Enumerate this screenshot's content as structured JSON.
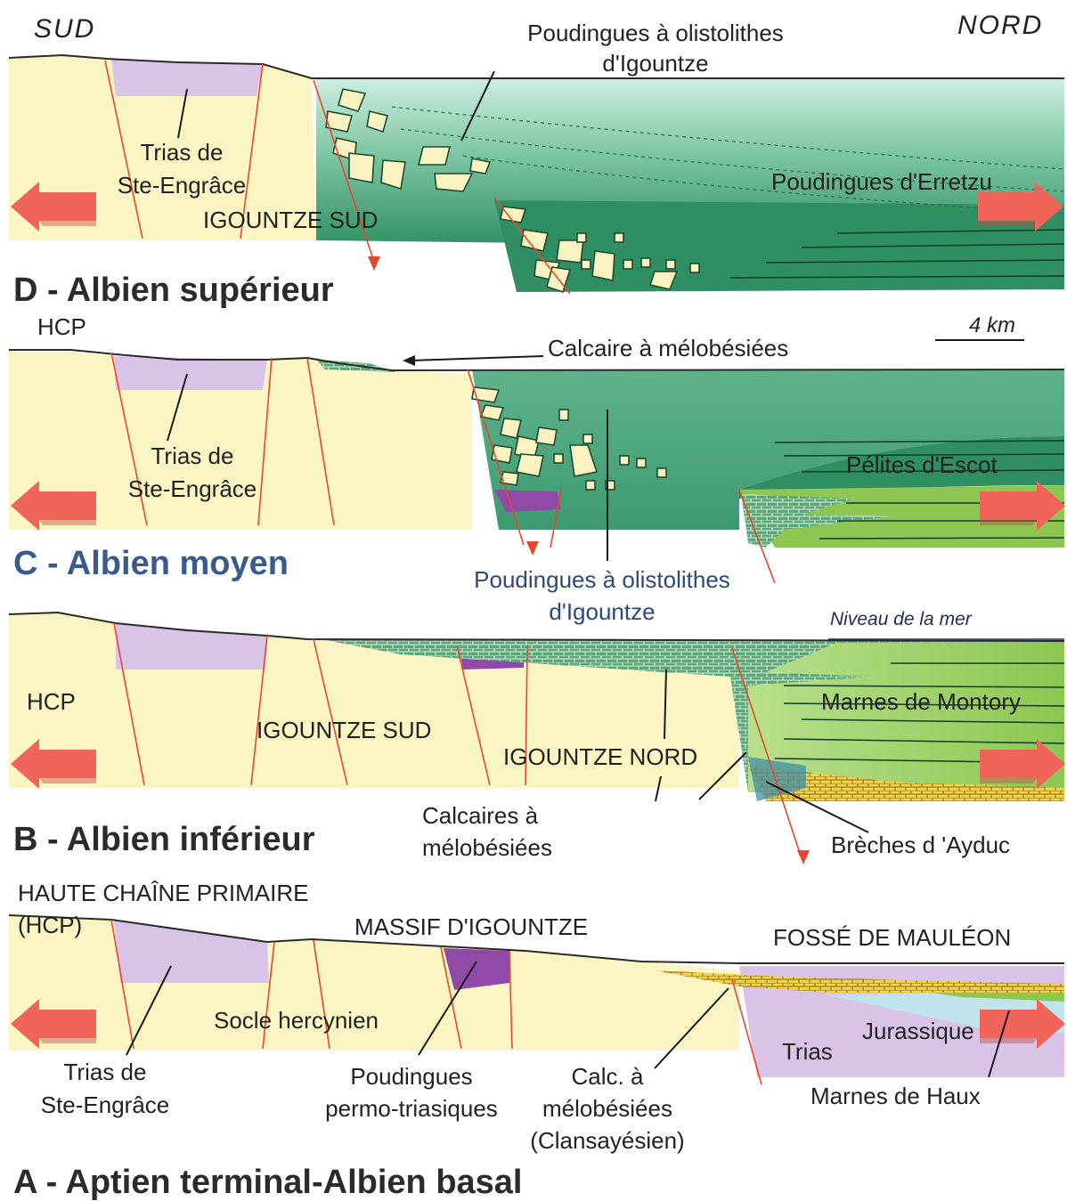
{
  "orientation": {
    "south": "SUD",
    "north": "NORD"
  },
  "scale": "4 km",
  "panels": {
    "D": {
      "title": "D - Albien supérieur",
      "labels": {
        "olist_1": "Poudingues à olistolithes",
        "olist_2": "d'Igountze",
        "trias_1": "Trias de",
        "trias_2": "Ste-Engrâce",
        "igountze_sud": "IGOUNTZE SUD",
        "erretzu": "Poudingues d'Erretzu"
      }
    },
    "C": {
      "title": "C - Albien moyen",
      "labels": {
        "hcp": "HCP",
        "calcaire": "Calcaire à mélobésiées",
        "trias_1": "Trias de",
        "trias_2": "Ste-Engrâce",
        "pelites": "Pélites d'Escot",
        "olist_1": "Poudingues à olistolithes",
        "olist_2": "d'Igountze"
      }
    },
    "B": {
      "title": "B - Albien inférieur",
      "labels": {
        "sea_level": "Niveau de la mer",
        "hcp": "HCP",
        "igountze_sud": "IGOUNTZE SUD",
        "igountze_nord": "IGOUNTZE NORD",
        "montory": "Marnes de Montory",
        "calc_1": "Calcaires à",
        "calc_2": "mélobésiées",
        "ayduc": "Brèches d 'Ayduc"
      }
    },
    "A": {
      "title": "A - Aptien terminal-Albien basal",
      "labels": {
        "hcp_1": "HAUTE CHAÎNE PRIMAIRE",
        "hcp_2": "(HCP)",
        "massif": "MASSIF D'IGOUNTZE",
        "fosse": "FOSSÉ DE MAULÉON",
        "socle": "Socle hercynien",
        "trias": "Trias",
        "jurassique": "Jurassique",
        "trias_se_1": "Trias de",
        "trias_se_2": "Ste-Engrâce",
        "poud_1": "Poudingues",
        "poud_2": "permo-triasiques",
        "calc_1": "Calc. à",
        "calc_2": "mélobésiées",
        "calc_3": "(Clansayésien)",
        "haux": "Marnes de Haux"
      }
    }
  },
  "colors": {
    "basement": "#fbf5c4",
    "trias": "#d9c3e6",
    "trias_dark": "#8e4aa6",
    "turbidite_dark": "#3d9a70",
    "turbidite_light": "#bfe4d2",
    "marl": "#9ccf5c",
    "limestone_yellow": "#f2d04a",
    "fault": "#e8472e",
    "arrow": "#f0645a"
  }
}
